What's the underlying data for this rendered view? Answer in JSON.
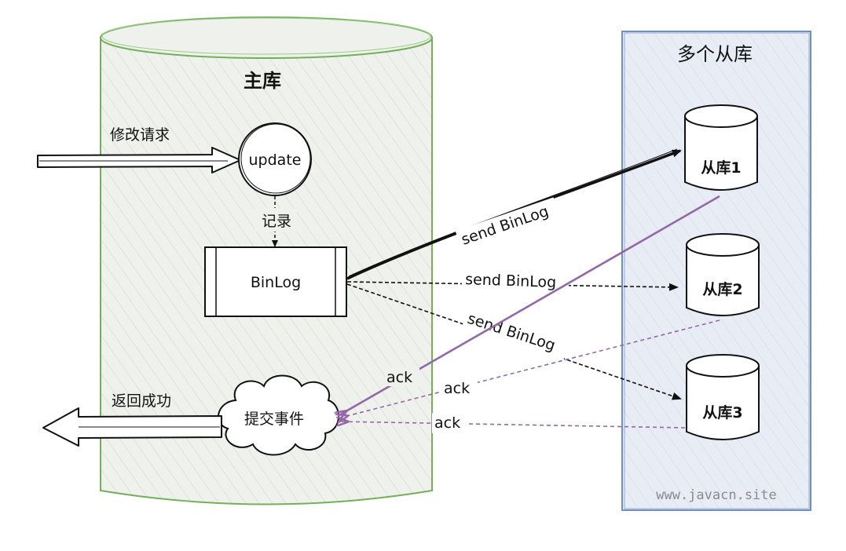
{
  "diagram": {
    "master": {
      "title": "主库"
    },
    "slaves_panel": {
      "title": "多个从库",
      "watermark": "www.javacn.site"
    },
    "request_label": "修改请求",
    "update_node": "update",
    "record_label": "记录",
    "binlog_node": "BinLog",
    "commit_node": "提交事件",
    "success_label": "返回成功",
    "slaves": [
      "从库1",
      "从库2",
      "从库3"
    ],
    "send_labels": [
      "send BinLog",
      "send BinLog",
      "send BinLog"
    ],
    "ack_labels": [
      "ack",
      "ack",
      "ack"
    ],
    "colors": {
      "master_fill": "#e8ede6",
      "master_stroke": "#74b05a",
      "panel_fill": "#e6ecf5",
      "panel_stroke": "#6f8fc4",
      "ack_purple": "#9367a8",
      "hatch": "#c9d1c4"
    }
  }
}
